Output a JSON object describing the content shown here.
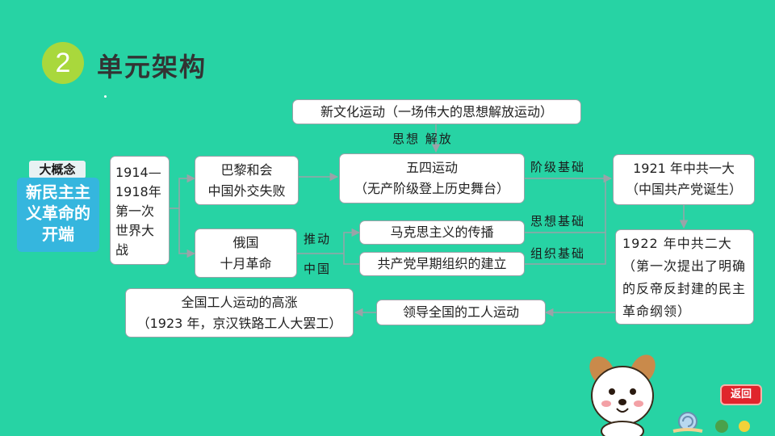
{
  "header": {
    "number": "2",
    "title": "单元架构"
  },
  "concept": {
    "tag": "大概念",
    "text": "新民主主义革命的开端"
  },
  "nodes": {
    "ww1": "1914—1918年第一次世界大战",
    "paris": [
      "巴黎和会",
      "中国外交失败"
    ],
    "october": [
      "俄国",
      "十月革命"
    ],
    "new_culture": "新文化运动（一场伟大的思想解放运动）",
    "may_fourth": [
      "五四运动",
      "（无产阶级登上历史舞台）"
    ],
    "marxism": "马克思主义的传播",
    "early_orgs": "共产党早期组织的建立",
    "first_congress": [
      "1921 年中共一大",
      "（中国共产党诞生）"
    ],
    "second_congress": "1922 年中共二大（第一次提出了明确的反帝反封建的民主革命纲领）",
    "lead_workers": "领导全国的工人运动",
    "workers_upsurge": [
      "全国工人运动的高涨",
      "（1923 年，京汉铁路工人大罢工）"
    ]
  },
  "edge_labels": {
    "thought_liberation": "思想  解放",
    "class_foundation_1": "阶级基础",
    "thought_foundation": "思想基础",
    "org_foundation": "组织基础",
    "push": "推动",
    "china": "中国"
  },
  "back_button": "返回",
  "colors": {
    "background": "#27d3a4",
    "badge": "#a9d83c",
    "concept": "#35b6de",
    "back": "#e0252c"
  }
}
